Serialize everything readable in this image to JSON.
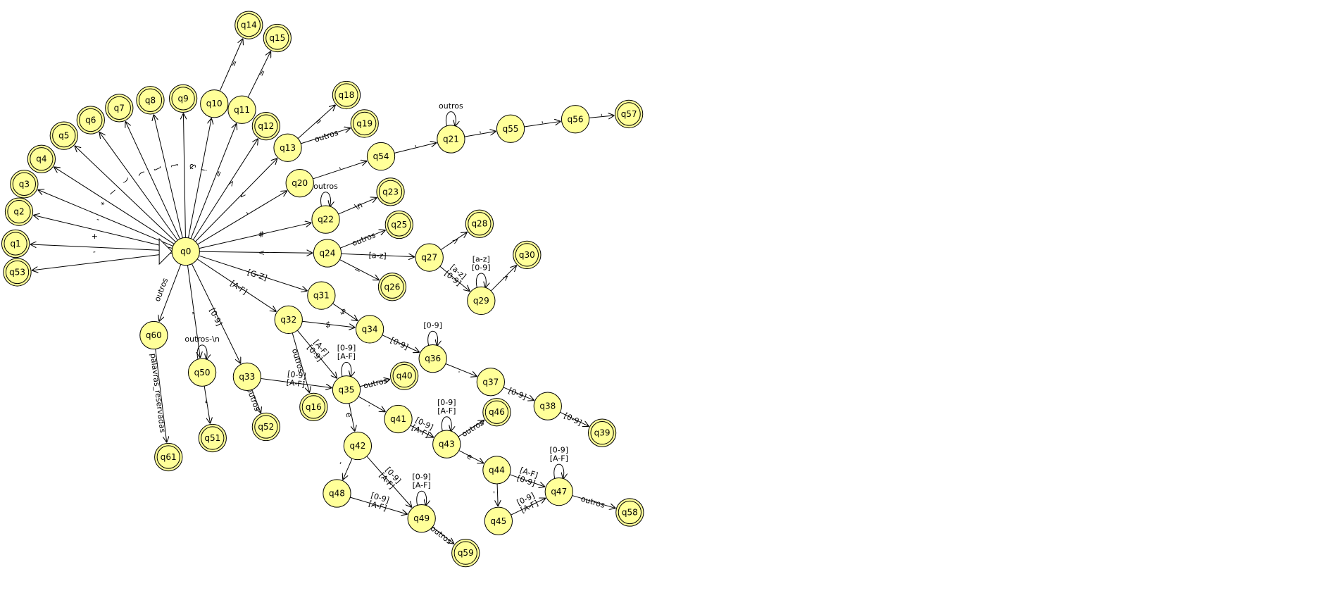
{
  "diagram": {
    "states": [
      "q0",
      "q1",
      "q2",
      "q3",
      "q4",
      "q5",
      "q6",
      "q7",
      "q8",
      "q9",
      "q10",
      "q11",
      "q12",
      "q13",
      "q14",
      "q15",
      "q16",
      "q18",
      "q19",
      "q20",
      "q21",
      "q22",
      "q23",
      "q24",
      "q25",
      "q26",
      "q27",
      "q28",
      "q29",
      "q30",
      "q31",
      "q32",
      "q33",
      "q34",
      "q35",
      "q36",
      "q37",
      "q38",
      "q39",
      "q40",
      "q41",
      "q42",
      "q43",
      "q44",
      "q45",
      "q46",
      "q47",
      "q48",
      "q49",
      "q50",
      "q51",
      "q52",
      "q53",
      "q54",
      "q55",
      "q56",
      "q57",
      "q58",
      "q59",
      "q60",
      "q61"
    ],
    "initial": "q0",
    "final": [
      "q1",
      "q2",
      "q3",
      "q4",
      "q5",
      "q6",
      "q7",
      "q8",
      "q9",
      "q12",
      "q14",
      "q15",
      "q16",
      "q18",
      "q19",
      "q23",
      "q25",
      "q26",
      "q28",
      "q30",
      "q39",
      "q40",
      "q46",
      "q51",
      "q52",
      "q53",
      "q57",
      "q58",
      "q59",
      "q61"
    ],
    "transitions": [
      {
        "from": "q0",
        "to": "q1",
        "label": "+"
      },
      {
        "from": "q0",
        "to": "q53",
        "label": "-"
      },
      {
        "from": "q0",
        "to": "q2",
        "label": "-"
      },
      {
        "from": "q0",
        "to": "q3",
        "label": "*"
      },
      {
        "from": "q0",
        "to": "q4",
        "label": "/"
      },
      {
        "from": "q0",
        "to": "q5",
        "label": ")"
      },
      {
        "from": "q0",
        "to": "q6",
        "label": "("
      },
      {
        "from": "q0",
        "to": "q7",
        "label": "]"
      },
      {
        "from": "q0",
        "to": "q8",
        "label": "["
      },
      {
        "from": "q0",
        "to": "q9",
        "label": "&"
      },
      {
        "from": "q0",
        "to": "q10",
        "label": "!"
      },
      {
        "from": "q0",
        "to": "q11",
        "label": "="
      },
      {
        "from": "q0",
        "to": "q12",
        "label": ">"
      },
      {
        "from": "q0",
        "to": "q13",
        "label": "<"
      },
      {
        "from": "q10",
        "to": "q14",
        "label": "="
      },
      {
        "from": "q11",
        "to": "q15",
        "label": "="
      },
      {
        "from": "q13",
        "to": "q18",
        "label": "="
      },
      {
        "from": "q13",
        "to": "q19",
        "label": "outros"
      },
      {
        "from": "q0",
        "to": "q20",
        "label": "'"
      },
      {
        "from": "q20",
        "to": "q54",
        "label": "'"
      },
      {
        "from": "q54",
        "to": "q21",
        "label": "'"
      },
      {
        "from": "q21",
        "to": "q21",
        "label": "outros"
      },
      {
        "from": "q21",
        "to": "q55",
        "label": "'"
      },
      {
        "from": "q55",
        "to": "q56",
        "label": "'"
      },
      {
        "from": "q56",
        "to": "q57",
        "label": "'"
      },
      {
        "from": "q0",
        "to": "q22",
        "label": "#"
      },
      {
        "from": "q22",
        "to": "q22",
        "label": "outros"
      },
      {
        "from": "q22",
        "to": "q23",
        "label": "\\n"
      },
      {
        "from": "q0",
        "to": "q24",
        "label": "<"
      },
      {
        "from": "q24",
        "to": "q25",
        "label": "outros"
      },
      {
        "from": "q24",
        "to": "q27",
        "label": "[a-z]"
      },
      {
        "from": "q24",
        "to": "q26",
        "label": "="
      },
      {
        "from": "q27",
        "to": "q28",
        "label": ">"
      },
      {
        "from": "q27",
        "to": "q29",
        "label": "[a-z] [0-9]"
      },
      {
        "from": "q29",
        "to": "q29",
        "label": "[a-z] [0-9]"
      },
      {
        "from": "q29",
        "to": "q30",
        "label": ">"
      },
      {
        "from": "q0",
        "to": "q31",
        "label": "[G-Z]"
      },
      {
        "from": "q31",
        "to": "q34",
        "label": "$"
      },
      {
        "from": "q0",
        "to": "q32",
        "label": "[A-F]"
      },
      {
        "from": "q32",
        "to": "q34",
        "label": "$"
      },
      {
        "from": "q32",
        "to": "q35",
        "label": "[A-F] [0-9]"
      },
      {
        "from": "q32",
        "to": "q16",
        "label": "outros"
      },
      {
        "from": "q34",
        "to": "q36",
        "label": "[0-9]"
      },
      {
        "from": "q36",
        "to": "q36",
        "label": "[0-9]"
      },
      {
        "from": "q36",
        "to": "q37",
        "label": "."
      },
      {
        "from": "q37",
        "to": "q38",
        "label": "[0-9]"
      },
      {
        "from": "q38",
        "to": "q39",
        "label": "[0-9]"
      },
      {
        "from": "q0",
        "to": "q33",
        "label": "[0-9]"
      },
      {
        "from": "q33",
        "to": "q35",
        "label": "[0-9] [A-F]"
      },
      {
        "from": "q33",
        "to": "q52",
        "label": "outros"
      },
      {
        "from": "q35",
        "to": "q35",
        "label": "[0-9] [A-F]"
      },
      {
        "from": "q35",
        "to": "q40",
        "label": "outros"
      },
      {
        "from": "q35",
        "to": "q41",
        "label": "."
      },
      {
        "from": "q35",
        "to": "q42",
        "label": "e"
      },
      {
        "from": "q41",
        "to": "q43",
        "label": "[0-9] [A-F]"
      },
      {
        "from": "q43",
        "to": "q43",
        "label": "[0-9] [A-F]"
      },
      {
        "from": "q43",
        "to": "q46",
        "label": "outros"
      },
      {
        "from": "q43",
        "to": "q44",
        "label": "e"
      },
      {
        "from": "q44",
        "to": "q47",
        "label": "[A-F] [0-9]"
      },
      {
        "from": "q44",
        "to": "q45",
        "label": "-"
      },
      {
        "from": "q45",
        "to": "q47",
        "label": "[0-9] [A-F]"
      },
      {
        "from": "q47",
        "to": "q47",
        "label": "[0-9] [A-F]"
      },
      {
        "from": "q47",
        "to": "q58",
        "label": "outros"
      },
      {
        "from": "q42",
        "to": "q48",
        "label": "-"
      },
      {
        "from": "q42",
        "to": "q49",
        "label": "[0-9] [A-F]"
      },
      {
        "from": "q48",
        "to": "q49",
        "label": "[0-9] [A-F]"
      },
      {
        "from": "q49",
        "to": "q49",
        "label": "[0-9] [A-F]"
      },
      {
        "from": "q49",
        "to": "q59",
        "label": "outros"
      },
      {
        "from": "q0",
        "to": "q50",
        "label": "\""
      },
      {
        "from": "q50",
        "to": "q50",
        "label": "outros-\\n"
      },
      {
        "from": "q50",
        "to": "q51",
        "label": "\""
      },
      {
        "from": "q0",
        "to": "q60",
        "label": "outros"
      },
      {
        "from": "q60",
        "to": "q61",
        "label": "palavras_reservadas"
      }
    ]
  }
}
